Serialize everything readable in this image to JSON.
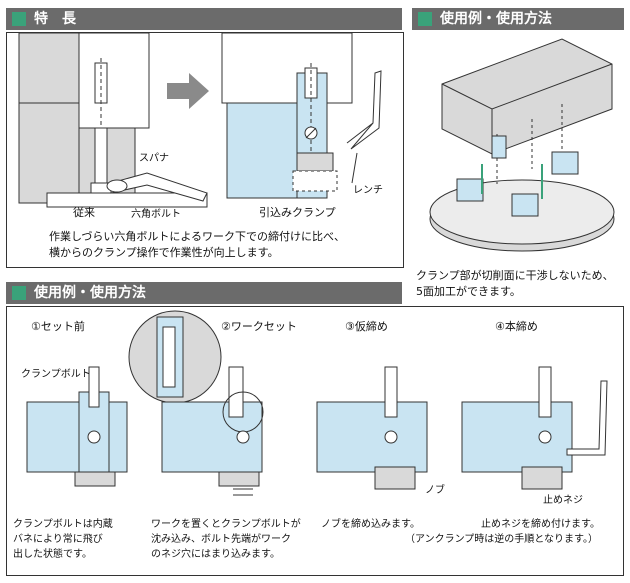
{
  "features": {
    "header": "特　長",
    "label_before": "従来",
    "label_spanner": "スパナ",
    "label_hex_bolt": "六角ボルト",
    "label_after": "引込みクランプ",
    "label_wrench": "レンチ",
    "description_line1": "作業しづらい六角ボルトによるワーク下での締付けに比べ、",
    "description_line2": "横からのクランプ操作で作業性が向上します。"
  },
  "example_top": {
    "header": "使用例・使用方法",
    "caption_line1": "クランプ部が切削面に干渉しないため、",
    "caption_line2": "5面加工ができます。"
  },
  "usage": {
    "header": "使用例・使用方法",
    "steps": [
      {
        "title": "①セット前",
        "callout": "クランプボルト",
        "desc_line1": "クランプボルトは内蔵",
        "desc_line2": "バネにより常に飛び",
        "desc_line3": "出した状態です。"
      },
      {
        "title": "②ワークセット",
        "desc_line1": "ワークを置くとクランプボルトが",
        "desc_line2": "沈み込み、ボルト先端がワーク",
        "desc_line3": "のネジ穴にはまり込みます。"
      },
      {
        "title": "③仮締め",
        "callout": "ノブ",
        "desc_line1": "ノブを締め込みます。"
      },
      {
        "title": "④本締め",
        "callout": "止めネジ",
        "desc_line1": "止めネジを締め付けます。",
        "desc_line2": "（アンクランプ時は逆の手順となります。）"
      }
    ]
  },
  "colors": {
    "header_bg": "#6b6b6b",
    "header_mark": "#3aa27a",
    "clamp_blue": "#c9e4f2",
    "body_gray": "#d9d9d9",
    "outline": "#333333"
  }
}
